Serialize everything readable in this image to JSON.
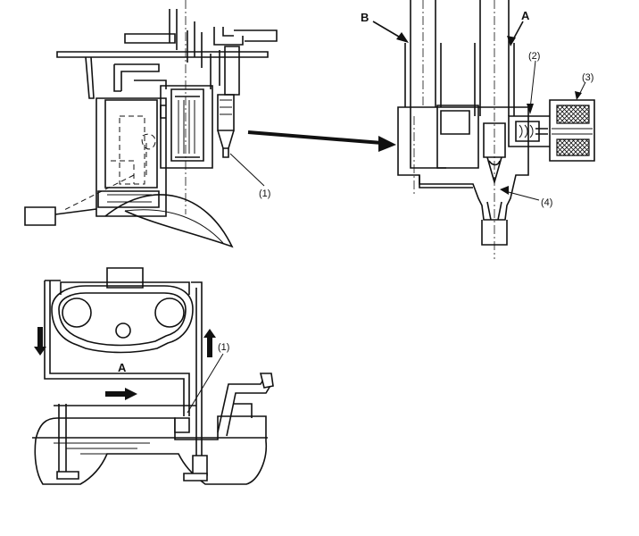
{
  "labels": {
    "pump_callout_1": "(1)",
    "detail_B": "B",
    "detail_A": "A",
    "detail_2": "(2)",
    "detail_3": "(3)",
    "detail_4": "(4)",
    "tank_A": "A",
    "tank_callout_1": "(1)"
  }
}
